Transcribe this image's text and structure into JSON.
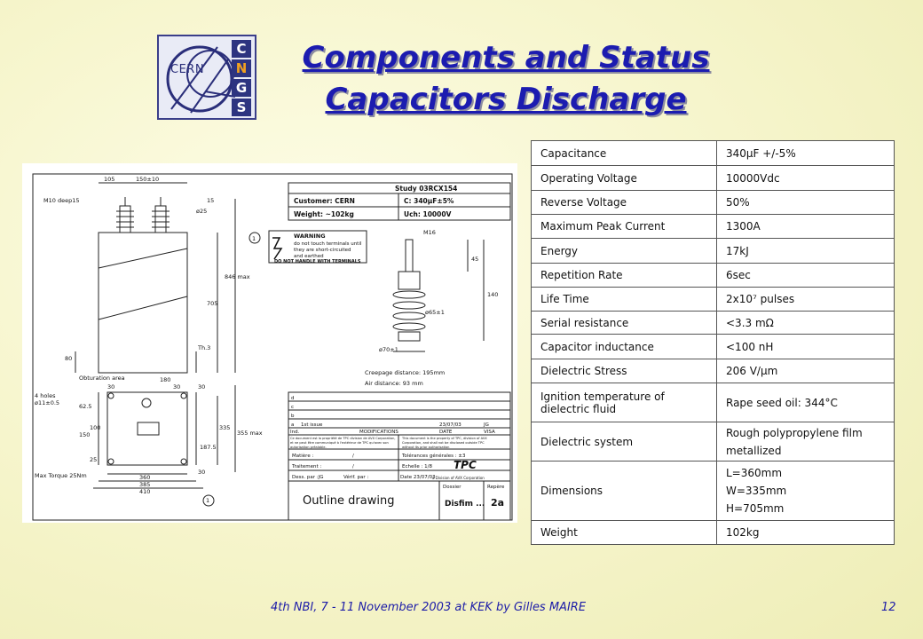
{
  "slide": {
    "title_line1": "Components and Status",
    "title_line2": "Capacitors Discharge",
    "footer": "4th NBI, 7 - 11 November 2003 at KEK by Gilles MAIRE",
    "page_number": "12"
  },
  "logo": {
    "text": "CERN",
    "letters": [
      "C",
      "N",
      "G",
      "S"
    ]
  },
  "specs": [
    {
      "label": "Capacitance",
      "value": [
        "340µF +/-5%"
      ]
    },
    {
      "label": "Operating Voltage",
      "value": [
        "10000Vdc"
      ]
    },
    {
      "label": "Reverse Voltage",
      "value": [
        "50%"
      ]
    },
    {
      "label": "Maximum Peak Current",
      "value": [
        "1300A"
      ]
    },
    {
      "label": "Energy",
      "value": [
        "17kJ"
      ]
    },
    {
      "label": "Repetition Rate",
      "value": [
        "6sec"
      ]
    },
    {
      "label": "Life Time",
      "value": [
        "2x10⁷ pulses"
      ]
    },
    {
      "label": "Serial resistance",
      "value": [
        "<3.3 mΩ"
      ]
    },
    {
      "label": "Capacitor inductance",
      "value": [
        "<100 nH"
      ]
    },
    {
      "label": "Dielectric Stress",
      "value": [
        "206 V/µm"
      ]
    },
    {
      "label": "Ignition temperature of dielectric fluid",
      "value": [
        "Rape seed oil: 344°C"
      ]
    },
    {
      "label": "Dielectric system",
      "value": [
        "Rough polypropylene film metallized"
      ]
    },
    {
      "label": "Dimensions",
      "value": [
        "L=360mm",
        "W=335mm",
        "H=705mm"
      ]
    },
    {
      "label": "Weight",
      "value": [
        "102kg"
      ]
    }
  ],
  "drawing": {
    "study": "Study 03RCX154",
    "customer": "Customer: CERN",
    "capacitance": "C: 340µF±5%",
    "weight": "Weight: ~102kg",
    "uch": "Uch: 10000V",
    "warning_title": "WARNING",
    "warning_line1": "do not touch terminals until",
    "warning_line2": "they are short-circuited",
    "warning_line3": "and earthed",
    "warning_line4": "DO NOT HANDLE WITH TERMINALS",
    "creepage": "Creepage distance: 195mm",
    "air": "Air distance:  93 mm",
    "obturation": "Obturation area",
    "holes_line1": "4 holes",
    "holes_line2": "ø11±0.5",
    "torque": "Max Torque 25Nm",
    "outline": "Outline drawing",
    "disfim": "Disfim ...",
    "sheet": "2a",
    "m10": "M10 deep15",
    "m16": "M16",
    "dim_105": "105",
    "dim_150": "150±10",
    "dim_25": "ø25",
    "dim_15": "15",
    "dim_705": "705",
    "dim_846": "846 max",
    "dim_80": "80",
    "dim_th3": "Th.3",
    "dim_180": "180",
    "dim_30a": "30",
    "dim_30b": "30",
    "dim_30c": "30",
    "dim_30d": "30",
    "dim_45": "45",
    "dim_140": "140",
    "dim_65": "ø65±1",
    "dim_70": "ø70±1",
    "dim_360": "360",
    "dim_385": "385",
    "dim_410": "410",
    "dim_335": "335",
    "dim_355": "355 max",
    "dim_187": "187.5",
    "dim_100": "100",
    "dim_150b": "150",
    "dim_25b": "25",
    "dim_625": "62.5",
    "modifications": "MODIFICATIONS",
    "first_issue": "1st issue",
    "issue_date": "23/07/03",
    "tpc": "TPC",
    "avx": "a Division of AVX Corporation",
    "scale": "Echelle : 1/8",
    "tolerances": "Tolérances générales : ±3",
    "dessine": "Dess. par :JG",
    "verif": "Vérif. par :",
    "date": "Date 23/07/03",
    "dossier": "Dossier",
    "repere": "Repère",
    "matiere": "Matière :",
    "traitement": "Traitement :",
    "slash1": "/",
    "slash2": "/",
    "copyright_fr_1": "Ce document est la propriété de TPC division de AVX Corporation,",
    "copyright_fr_2": "et ne peut être communiqué à l'extérieur de TPC qu'avec son",
    "copyright_fr_3": "autorisation préalable.",
    "copyright_en_1": "This document is the property of TPC, division of AVX",
    "copyright_en_2": "Corporation, and shall not be disclosed outside TPC",
    "copyright_en_3": "without its prior authorisation",
    "ind": "Ind.",
    "date_h": "DATE",
    "visa_h": "VISA",
    "rev_d": "d",
    "rev_c": "c",
    "rev_b": "b",
    "rev_a": "a",
    "visa_jg": "JG",
    "circle1": "1",
    "circle2": "1"
  },
  "colors": {
    "title": "#1c1cb0",
    "footer": "#1c1ca8",
    "logo_blue": "#2d3480",
    "logo_orange": "#f0a020"
  }
}
